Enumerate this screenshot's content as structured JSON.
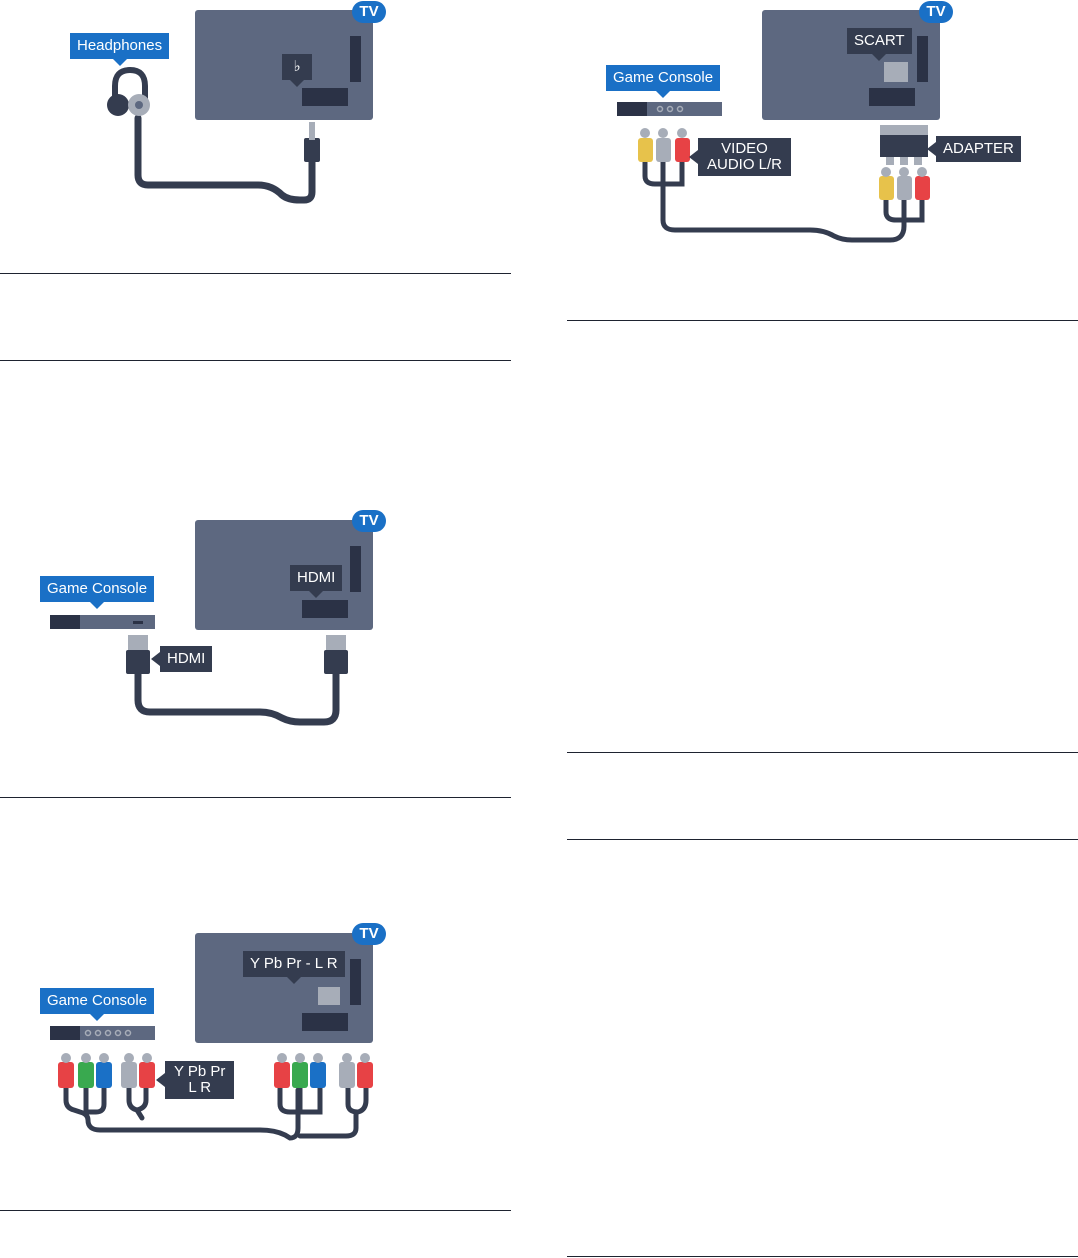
{
  "figures": {
    "headphones": {
      "tv_badge": "TV",
      "device_label": "Headphones"
    },
    "hdmi": {
      "tv_badge": "TV",
      "device_label": "Game Console",
      "tv_port_label": "HDMI",
      "cable_label": "HDMI"
    },
    "ypbpr": {
      "tv_badge": "TV",
      "device_label": "Game Console",
      "tv_port_label": "Y Pb Pr - L R",
      "cable_label_line1": "Y Pb Pr",
      "cable_label_line2": "L R"
    },
    "scart": {
      "tv_badge": "TV",
      "device_label": "Game Console",
      "tv_port_label": "SCART",
      "cable_label_line1": "VIDEO",
      "cable_label_line2": "AUDIO L/R",
      "adapter_label": "ADAPTER"
    }
  },
  "colors": {
    "tv_body": "#5d6880",
    "tv_dark": "#2b3246",
    "cable": "#343c4f",
    "accent_blue": "#1a70c6",
    "plug_yellow": "#e7c24b",
    "plug_grey": "#a7adb8",
    "plug_red": "#e74245",
    "plug_green": "#39a94f",
    "plug_blue": "#1a70c6"
  }
}
